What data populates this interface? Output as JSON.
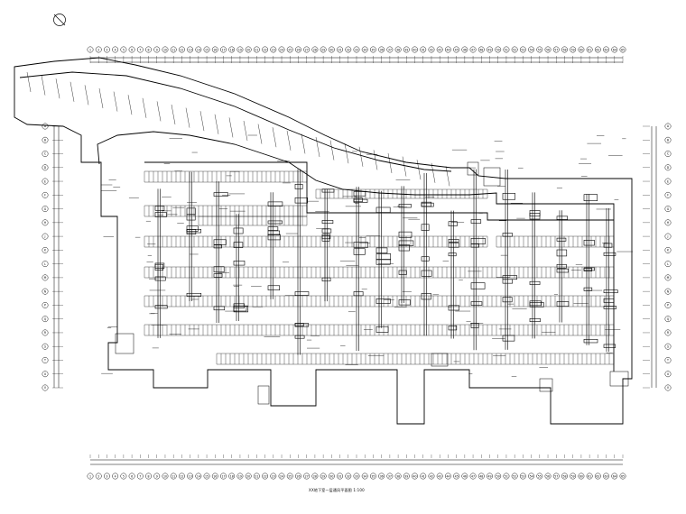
{
  "drawing": {
    "title": "XX地下室一层通风平面图  1:100",
    "line_color": "#000000",
    "background": "#ffffff",
    "north_symbol": "north-arrow-icon"
  },
  "top_axis": {
    "labels": [
      "1",
      "2",
      "3",
      "4",
      "5",
      "6",
      "7",
      "8",
      "9",
      "10",
      "11",
      "12",
      "13",
      "14",
      "15",
      "16",
      "17",
      "18",
      "19",
      "20",
      "21",
      "22",
      "23",
      "24",
      "25",
      "26",
      "27",
      "28",
      "29",
      "30",
      "31",
      "32",
      "33",
      "34",
      "35",
      "36",
      "37",
      "38",
      "39",
      "40",
      "41",
      "42",
      "43",
      "44",
      "45",
      "46",
      "47",
      "48",
      "49",
      "50",
      "51",
      "52",
      "53",
      "54",
      "55",
      "56",
      "57",
      "58",
      "59",
      "60",
      "61",
      "62",
      "63",
      "64",
      "65"
    ]
  },
  "bottom_axis": {
    "labels": [
      "1",
      "2",
      "3",
      "4",
      "5",
      "6",
      "7",
      "8",
      "9",
      "10",
      "11",
      "12",
      "13",
      "14",
      "15",
      "16",
      "17",
      "18",
      "19",
      "20",
      "21",
      "22",
      "23",
      "24",
      "25",
      "26",
      "27",
      "28",
      "29",
      "30",
      "31",
      "32",
      "33",
      "34",
      "35",
      "36",
      "37",
      "38",
      "39",
      "40",
      "41",
      "42",
      "43",
      "44",
      "45",
      "46",
      "47",
      "48",
      "49",
      "50",
      "51",
      "52",
      "53",
      "54",
      "55",
      "56",
      "57",
      "58",
      "59",
      "60",
      "61",
      "62",
      "63",
      "64",
      "65"
    ]
  },
  "left_axis": {
    "labels": [
      "A",
      "B",
      "C",
      "D",
      "E",
      "F",
      "G",
      "H",
      "J",
      "K",
      "L",
      "M",
      "N",
      "P",
      "Q",
      "R",
      "S",
      "T",
      "U",
      "V"
    ]
  },
  "right_axis": {
    "labels": [
      "A",
      "B",
      "C",
      "D",
      "E",
      "F",
      "G",
      "H",
      "J",
      "K",
      "L",
      "M",
      "N",
      "P",
      "Q",
      "R",
      "S",
      "T",
      "U",
      "V"
    ]
  }
}
